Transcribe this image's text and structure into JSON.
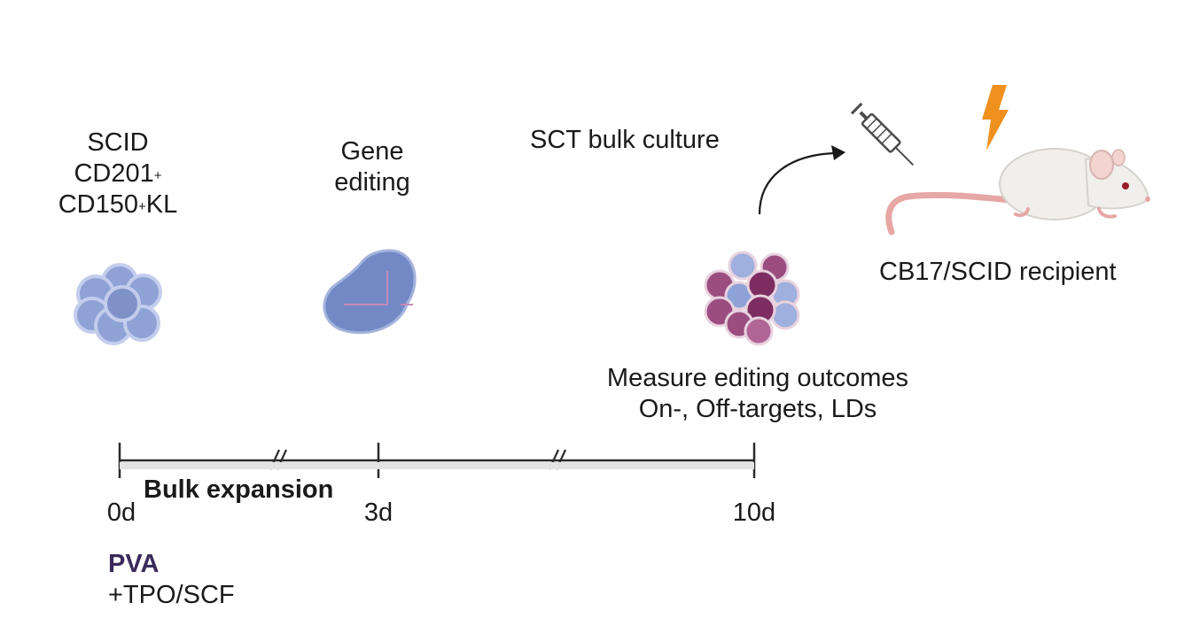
{
  "stage1": {
    "line1": "SCID",
    "line2_main": "CD201",
    "line2_sup": "+",
    "line3_main": "CD150",
    "line3_sup": "+",
    "line3_tail": "KL"
  },
  "stage2": {
    "line1": "Gene",
    "line2": "editing"
  },
  "culture": {
    "label": "SCT bulk culture"
  },
  "recipient": {
    "label": "CB17/SCID recipient"
  },
  "measure": {
    "line1": "Measure editing outcomes",
    "line2": "On-, Off-targets, LDs"
  },
  "timeline": {
    "phase_label": "Bulk expansion",
    "ticks": [
      "0d",
      "3d",
      "10d"
    ]
  },
  "media": {
    "line1": "PVA",
    "line2": "+TPO/SCF"
  },
  "colors": {
    "hsc_fill": "#8fa2d6",
    "hsc_stroke": "#c3cdec",
    "edited_cell": "#7289c6",
    "magenta_cell": "#9c4d80",
    "dark_magenta_cell": "#7d2d62",
    "media_text": "#3a2a5c",
    "bolt": "#f0901e",
    "mouse_body": "#f1efec",
    "mouse_tail": "#e6a7a5"
  },
  "icons": [
    "hsc-cluster-icon",
    "edited-cell-icon",
    "mixed-cell-cluster-icon",
    "syringe-icon",
    "lightning-icon",
    "mouse-icon"
  ]
}
